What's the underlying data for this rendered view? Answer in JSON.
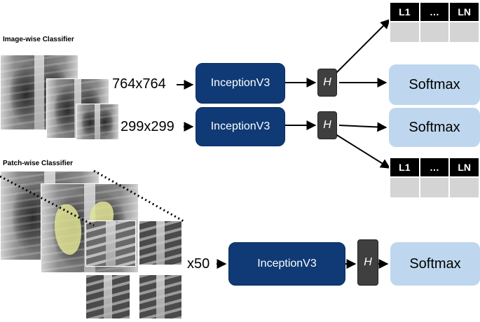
{
  "sections": {
    "image_wise_title": "Image-wise Classifier",
    "patch_wise_title": "Patch-wise Classifier"
  },
  "inputs": {
    "size_large": "764x764",
    "size_small": "299x299",
    "patch_count": "x50"
  },
  "nodes": {
    "inception_label": "InceptionV3",
    "head_label": "H",
    "softmax_label": "Softmax"
  },
  "tables": {
    "headers": [
      "L1",
      "…",
      "LN"
    ]
  },
  "colors": {
    "inception_fill": "#0f3a75",
    "head_fill": "#3f3f3f",
    "softmax_fill": "#bfd7ee",
    "table_header": "#000000",
    "table_cell": "#d4d4d4"
  }
}
